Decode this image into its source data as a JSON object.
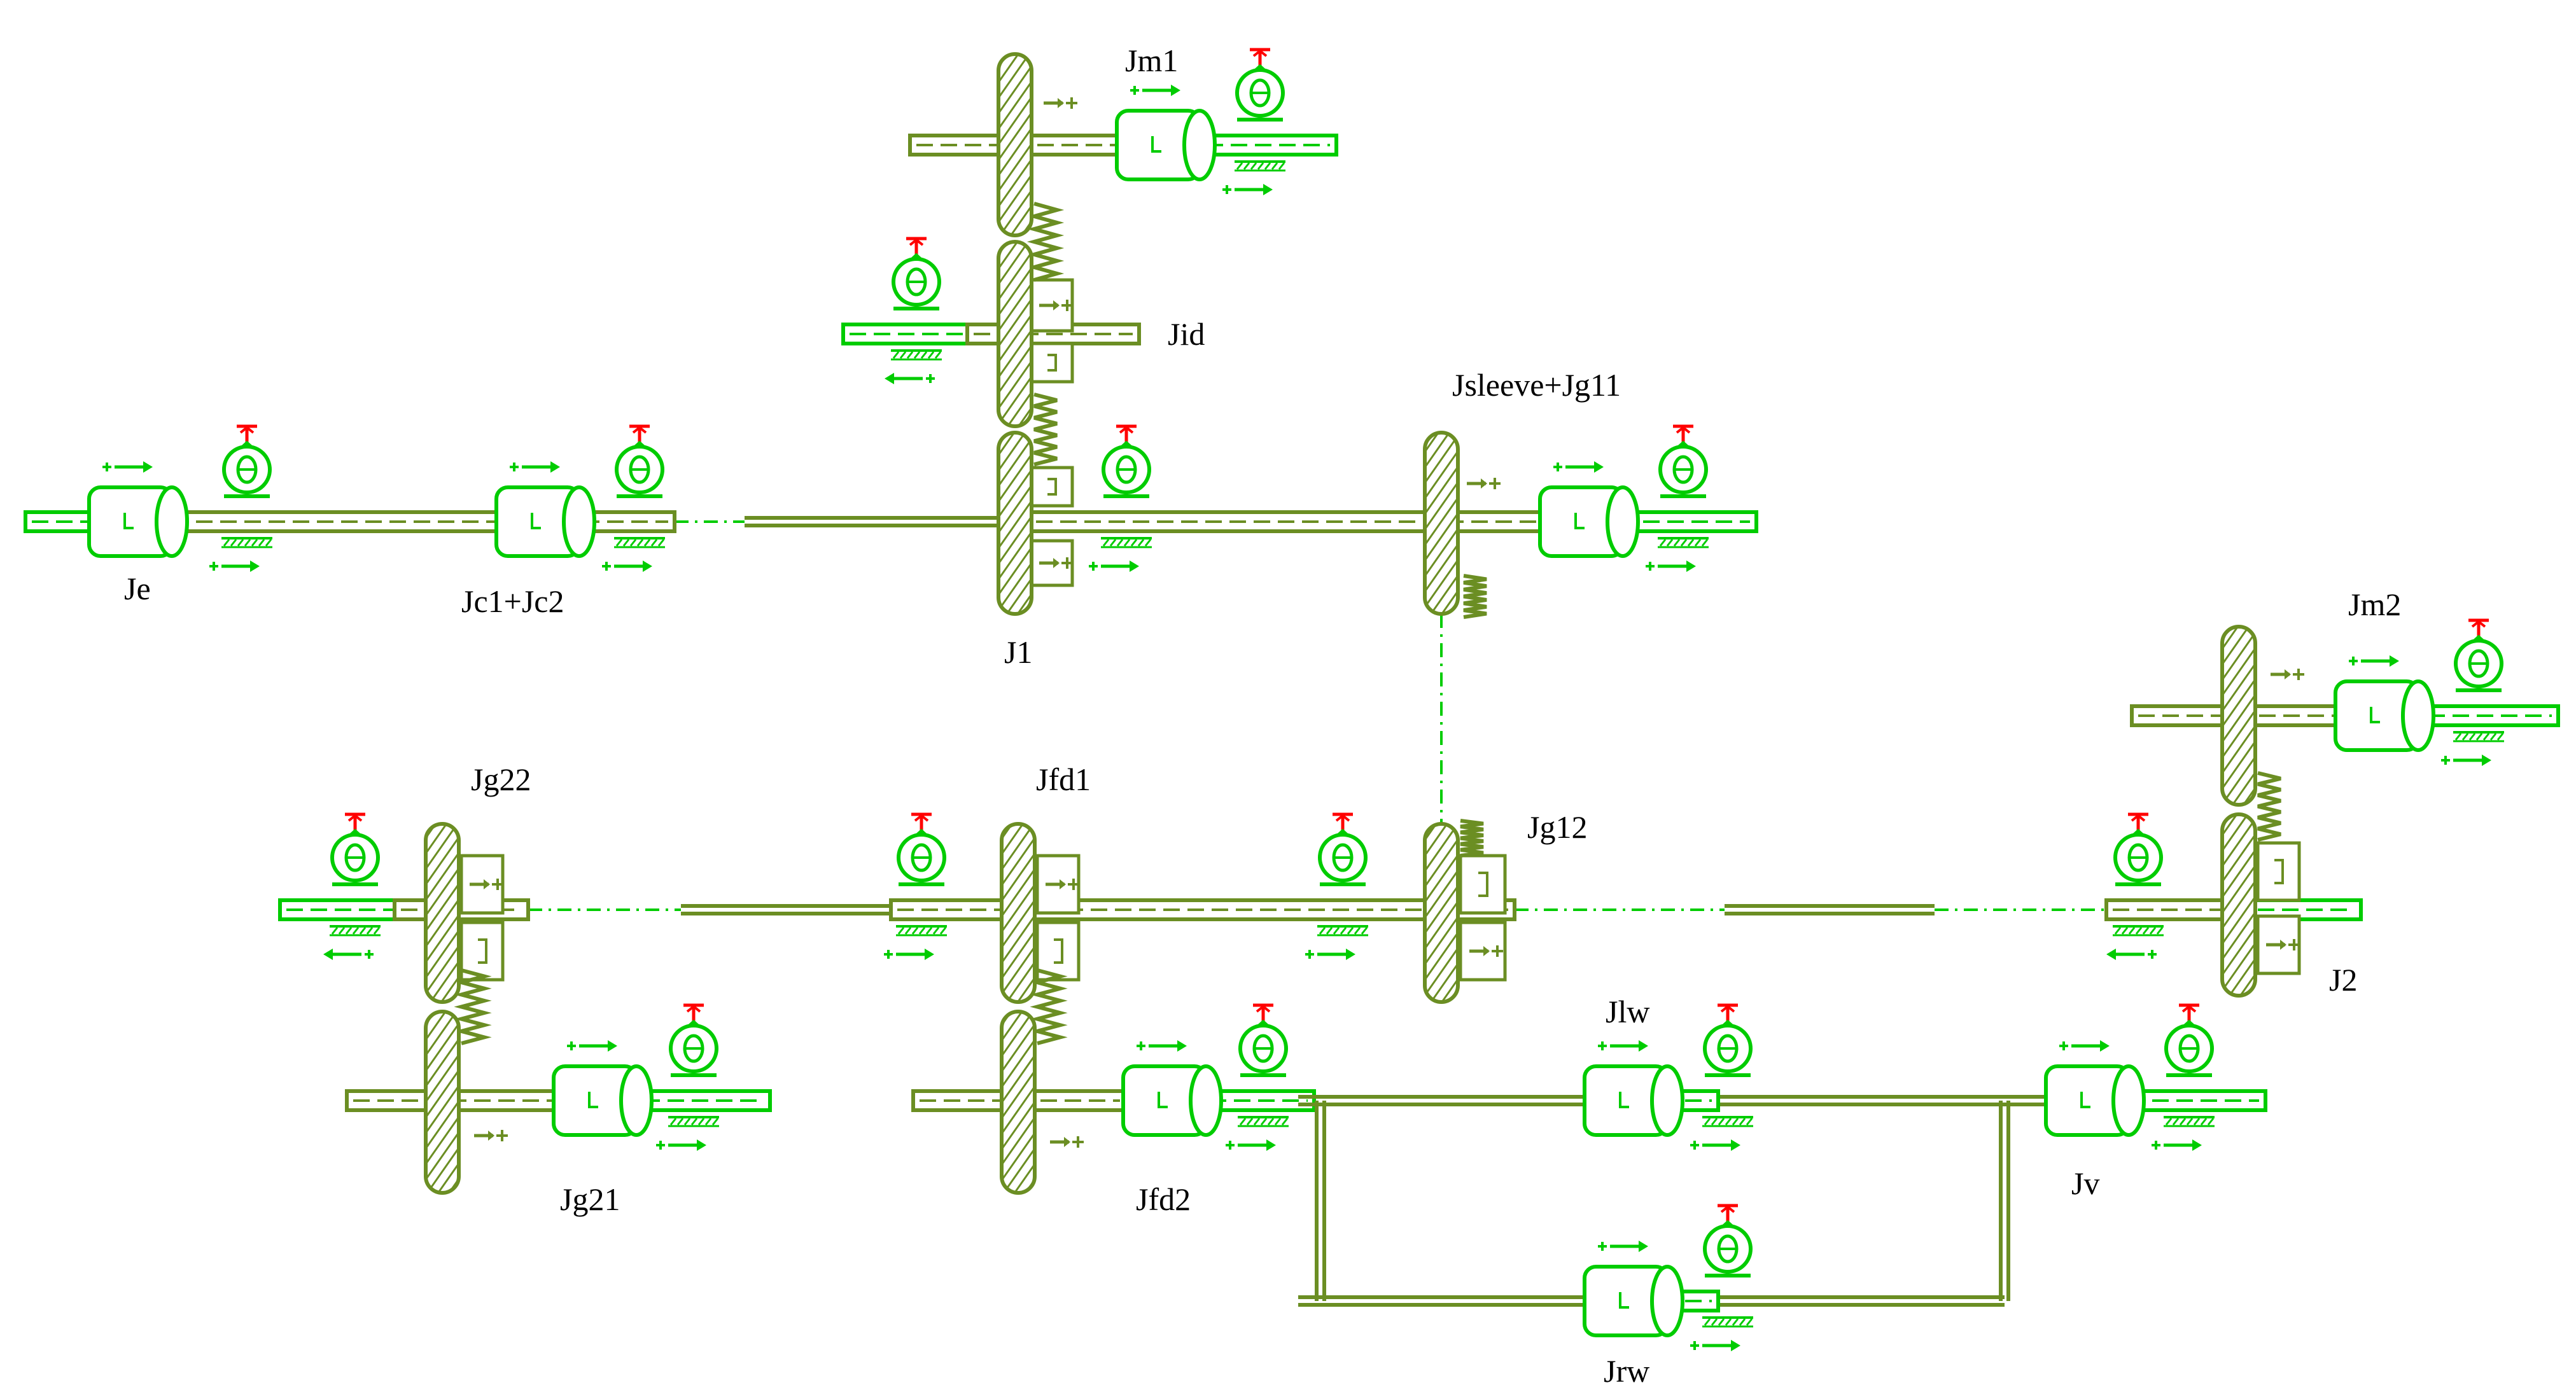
{
  "labels": {
    "je": "Je",
    "jc": "Jc1+Jc2",
    "jm1": "Jm1",
    "jid": "Jid",
    "j1": "J1",
    "jsleeve": "Jsleeve+Jg11",
    "jm2": "Jm2",
    "jg22": "Jg22",
    "jfd1": "Jfd1",
    "jg12": "Jg12",
    "j2": "J2",
    "jg21": "Jg21",
    "jfd2": "Jfd2",
    "jlw": "Jlw",
    "jv": "Jv",
    "jrw": "Jrw"
  },
  "icons": {
    "inertia": "inertia-body-icon",
    "sensor": "theta-sensor-icon",
    "gear": "gear-icon",
    "spring": "spring-icon",
    "port": "port-arrow-icon"
  },
  "colors": {
    "shaft": "#6b8e23",
    "component": "#00cc00",
    "reference": "#ff0000",
    "link": "#00cc00",
    "text": "#000000"
  }
}
